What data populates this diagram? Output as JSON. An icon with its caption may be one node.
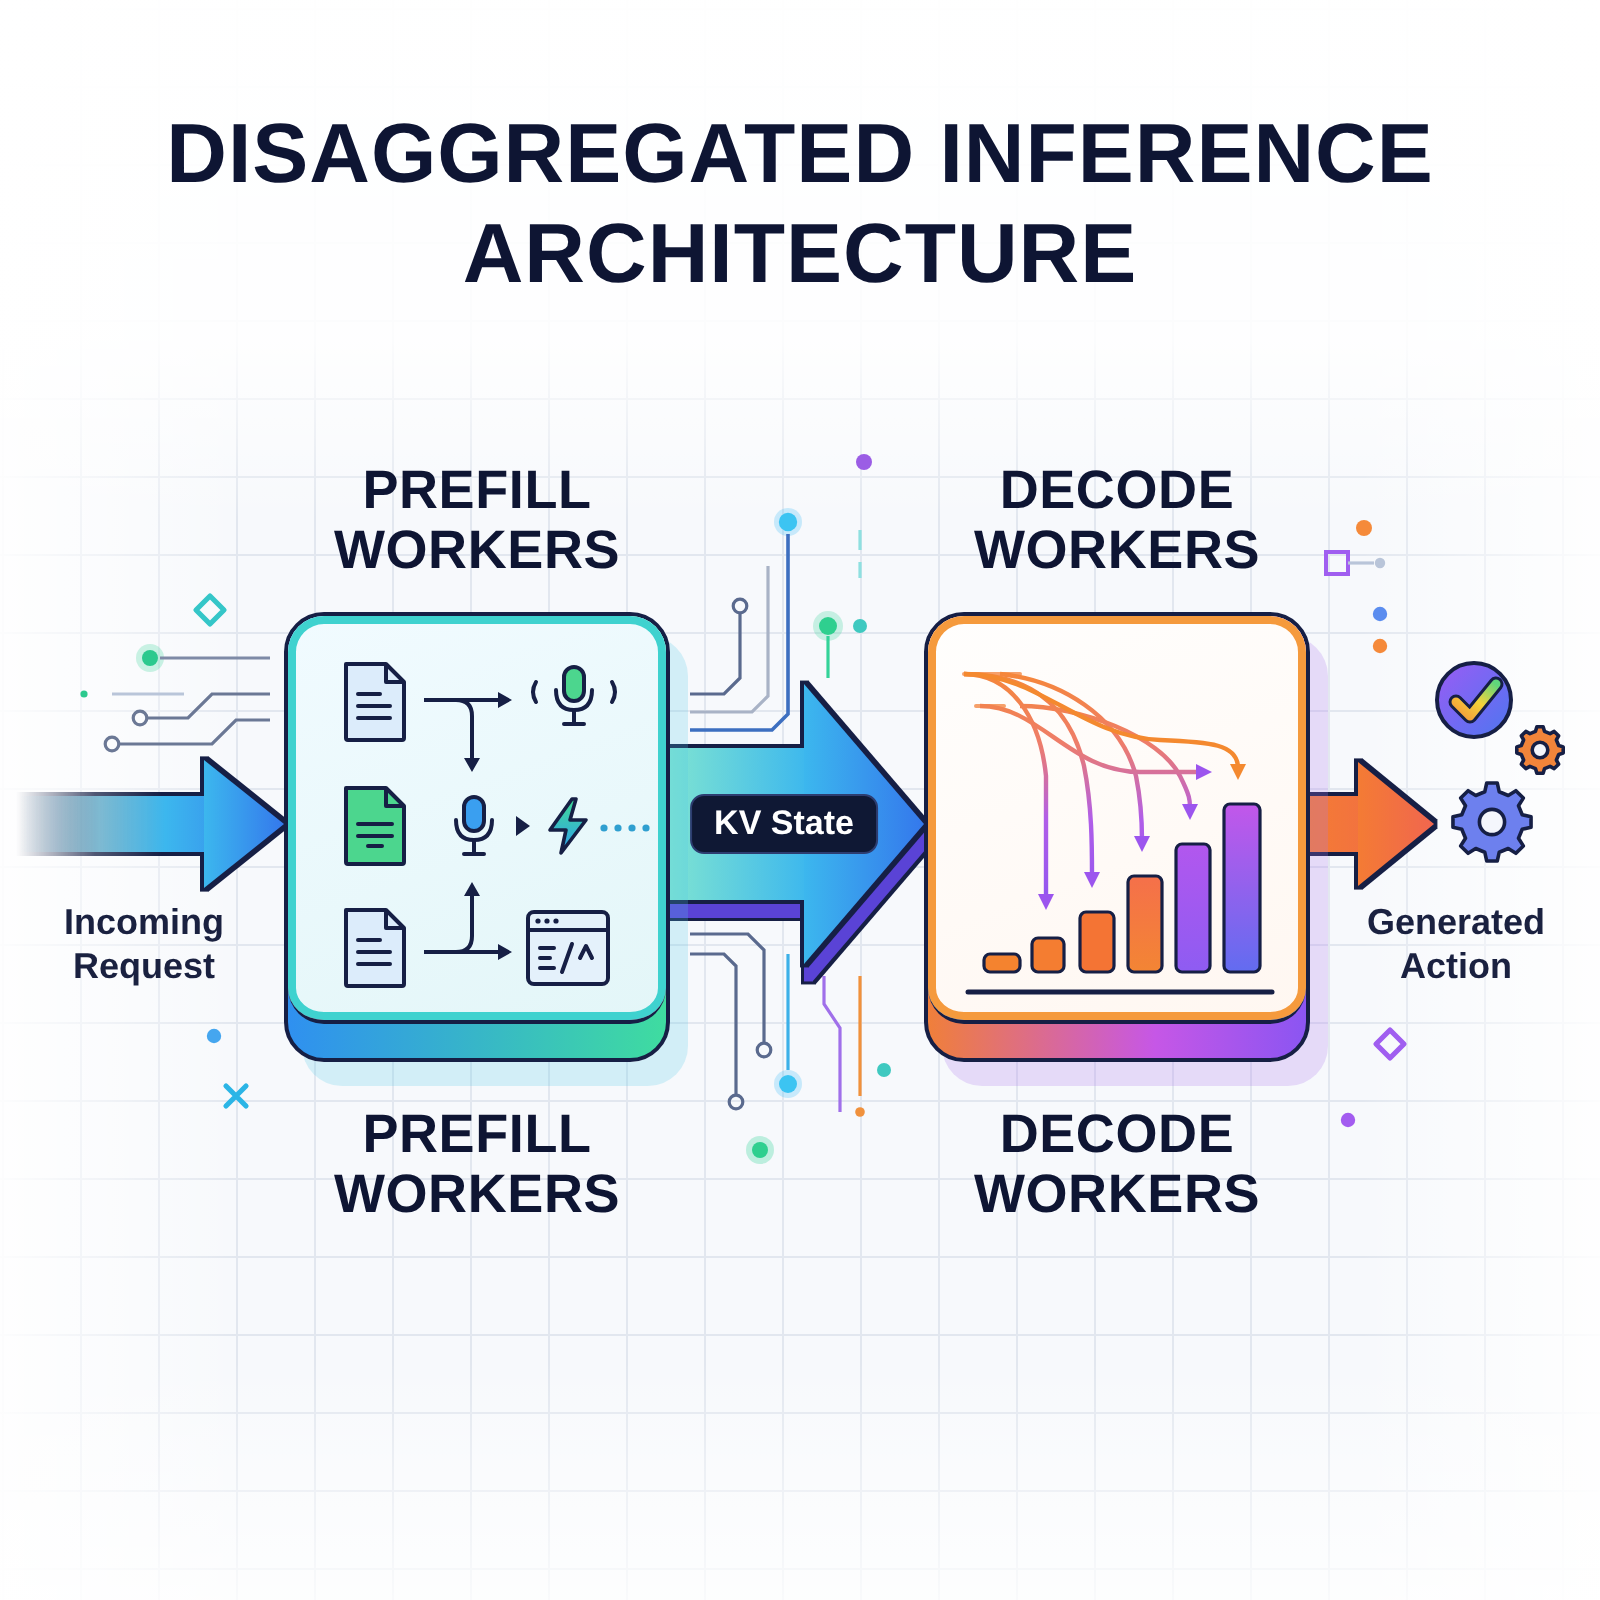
{
  "diagram": {
    "title": "DISAGGREGATED INFERENCE ARCHITECTURE",
    "nodes": [
      {
        "text": [
          "PREFILL WORKERS",
          "PREFILL WORKERS"
        ]
      },
      {
        "text": [
          "DECODE WORKERS",
          "DECODE WORKERS"
        ]
      },
      {
        "text": [],
        "shape": "picture"
      }
    ],
    "edges": [
      {
        "from": null,
        "to": 0,
        "arrow": "to",
        "label": "Incoming Request",
        "style": "thick"
      },
      {
        "from": 0,
        "to": 1,
        "arrow": "to",
        "label": "KV State",
        "style": "thick"
      },
      {
        "from": 1,
        "to": 2,
        "arrow": "to",
        "label": "Generated Action",
        "style": "thick",
        "color": "#f47b34"
      }
    ]
  }
}
